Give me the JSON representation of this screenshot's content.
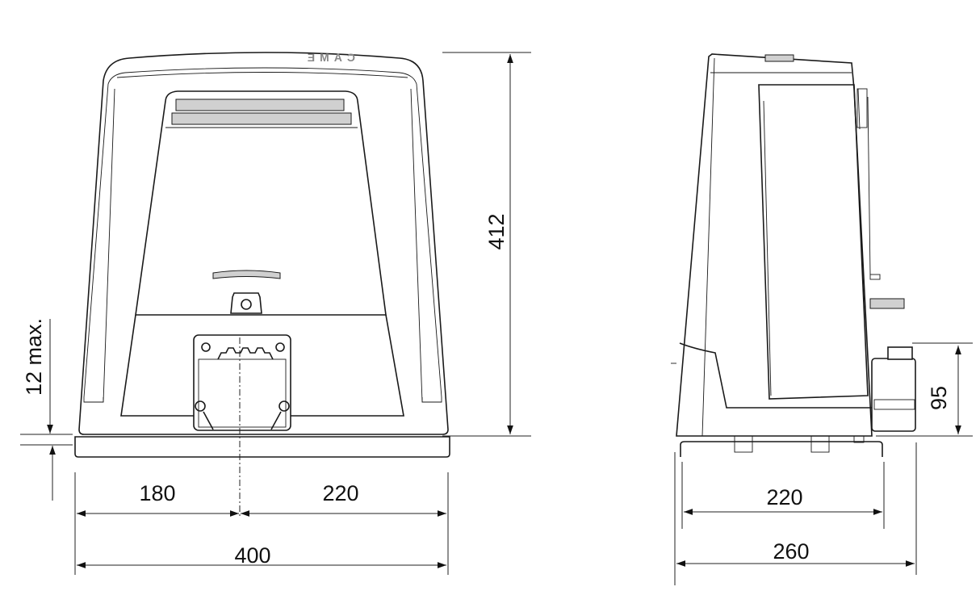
{
  "logo_text": "CAME",
  "front_view": {
    "height": "412",
    "ground_clearance": "12 max.",
    "left_width": "180",
    "right_width": "220",
    "total_width": "400"
  },
  "side_view": {
    "pinion_height": "95",
    "inner_depth": "220",
    "total_depth": "260"
  }
}
